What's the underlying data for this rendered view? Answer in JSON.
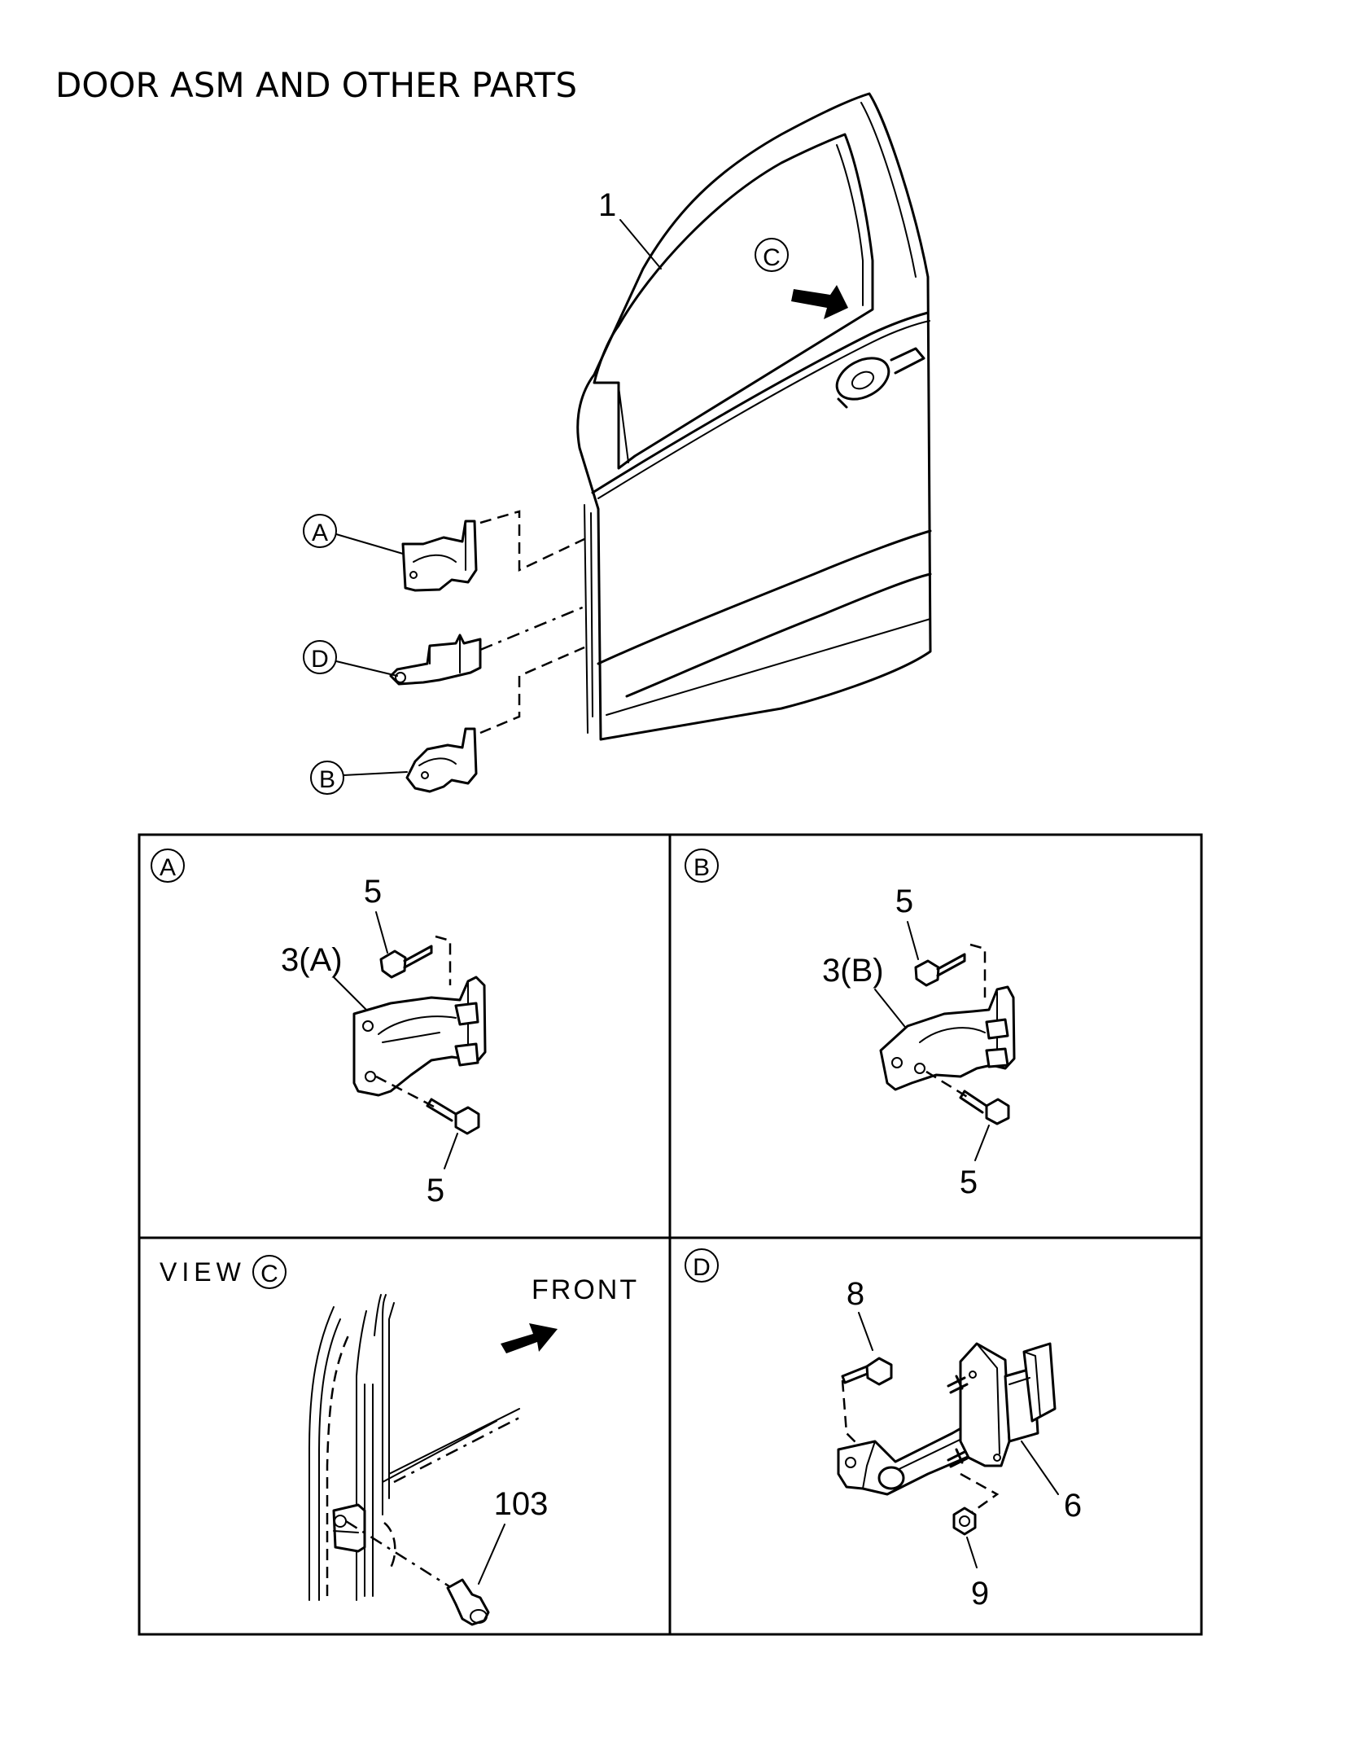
{
  "title": "DOOR ASM AND OTHER PARTS",
  "main": {
    "door_callout": "1",
    "view_marker": "C",
    "hinge_upper_marker": "A",
    "checker_marker": "D",
    "hinge_lower_marker": "B"
  },
  "panels": {
    "a": {
      "marker": "A",
      "bolt_top": "5",
      "part": "3(A)",
      "bolt_bottom": "5"
    },
    "b": {
      "marker": "B",
      "bolt_top": "5",
      "part": "3(B)",
      "bolt_bottom": "5"
    },
    "c": {
      "view_label": "VIEW",
      "marker": "C",
      "front_label": "FRONT",
      "part": "103"
    },
    "d": {
      "marker": "D",
      "bolt": "8",
      "part": "6",
      "nut": "9"
    }
  }
}
